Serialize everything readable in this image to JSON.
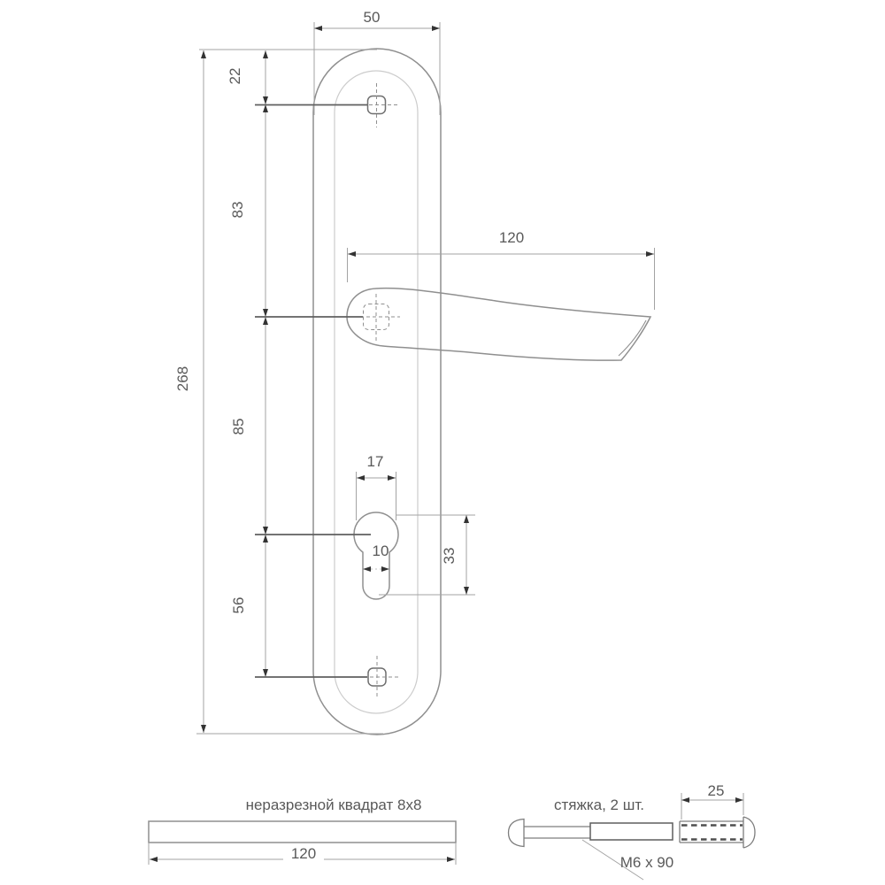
{
  "drawing": {
    "type": "door handle with backplate — dimensioned technical drawing",
    "units": "mm"
  },
  "plate_view": {
    "dim_plate_width": "50",
    "dim_top_hole_offset": "22",
    "dim_hole_to_handle": "83",
    "dim_total_height": "268",
    "dim_handle_to_cylinder": "85",
    "dim_cylinder_to_bottom_hole": "56",
    "dim_handle_length": "120",
    "dim_cylinder_width": "17",
    "dim_stem_width": "10",
    "dim_cylinder_height": "33"
  },
  "spindle": {
    "label": "неразрезной квадрат 8x8",
    "dim_length": "120"
  },
  "screws": {
    "label": "стяжка, 2 шт.",
    "spec": "М6 х 90",
    "dim_sleeve_length": "25"
  },
  "colors": {
    "background": "#ffffff",
    "line_gray": "#8f8f8f",
    "light_gray": "#cccccc",
    "text_gray": "#595959",
    "arrow_dark": "#333333"
  }
}
